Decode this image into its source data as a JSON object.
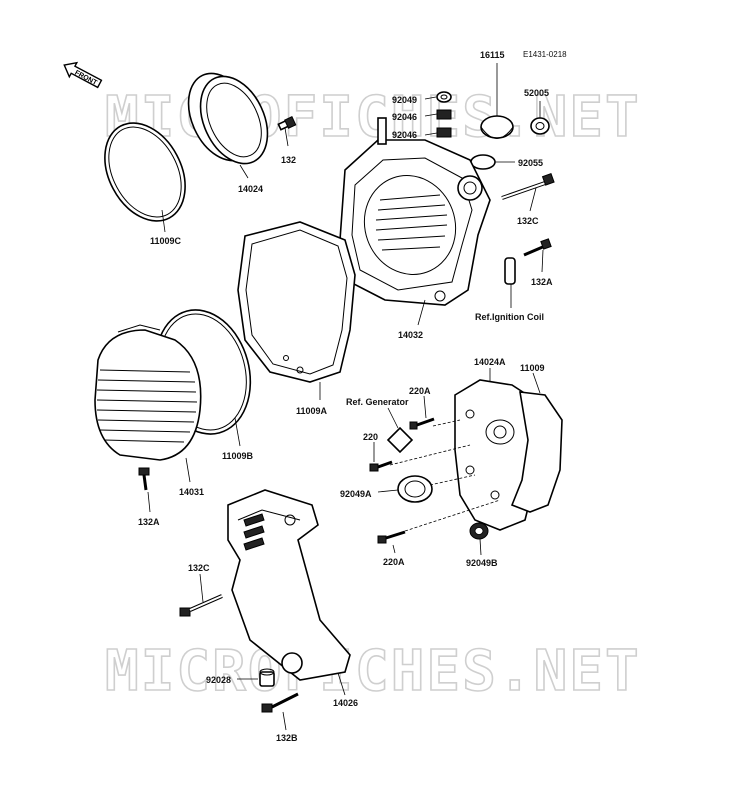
{
  "diagram": {
    "figure_code": "E1431-0218",
    "front_arrow_label": "FRONT",
    "watermark": "MICROFICHES.NET",
    "parts": [
      {
        "id": "p92049",
        "label": "92049"
      },
      {
        "id": "p92046a",
        "label": "92046"
      },
      {
        "id": "p92046b",
        "label": "92046"
      },
      {
        "id": "p16115",
        "label": "16115"
      },
      {
        "id": "p52005",
        "label": "52005"
      },
      {
        "id": "p92055",
        "label": "92055"
      },
      {
        "id": "p132",
        "label": "132"
      },
      {
        "id": "p14024",
        "label": "14024"
      },
      {
        "id": "p11009C",
        "label": "11009C"
      },
      {
        "id": "p132C_top",
        "label": "132C"
      },
      {
        "id": "p132A_top",
        "label": "132A"
      },
      {
        "id": "p14032",
        "label": "14032"
      },
      {
        "id": "pRefIgn",
        "label": "Ref.Ignition Coil"
      },
      {
        "id": "p11009A",
        "label": "11009A"
      },
      {
        "id": "p11009B",
        "label": "11009B"
      },
      {
        "id": "p14031",
        "label": "14031"
      },
      {
        "id": "p132A_left",
        "label": "132A"
      },
      {
        "id": "p14024A",
        "label": "14024A"
      },
      {
        "id": "p11009",
        "label": "11009"
      },
      {
        "id": "p220A_top",
        "label": "220A"
      },
      {
        "id": "pRefGen",
        "label": "Ref. Generator"
      },
      {
        "id": "p220",
        "label": "220"
      },
      {
        "id": "p92049A",
        "label": "92049A"
      },
      {
        "id": "p220A_bot",
        "label": "220A"
      },
      {
        "id": "p92049B",
        "label": "92049B"
      },
      {
        "id": "p132C_bot",
        "label": "132C"
      },
      {
        "id": "p92028",
        "label": "92028"
      },
      {
        "id": "p14026",
        "label": "14026"
      },
      {
        "id": "p132B",
        "label": "132B"
      }
    ]
  }
}
